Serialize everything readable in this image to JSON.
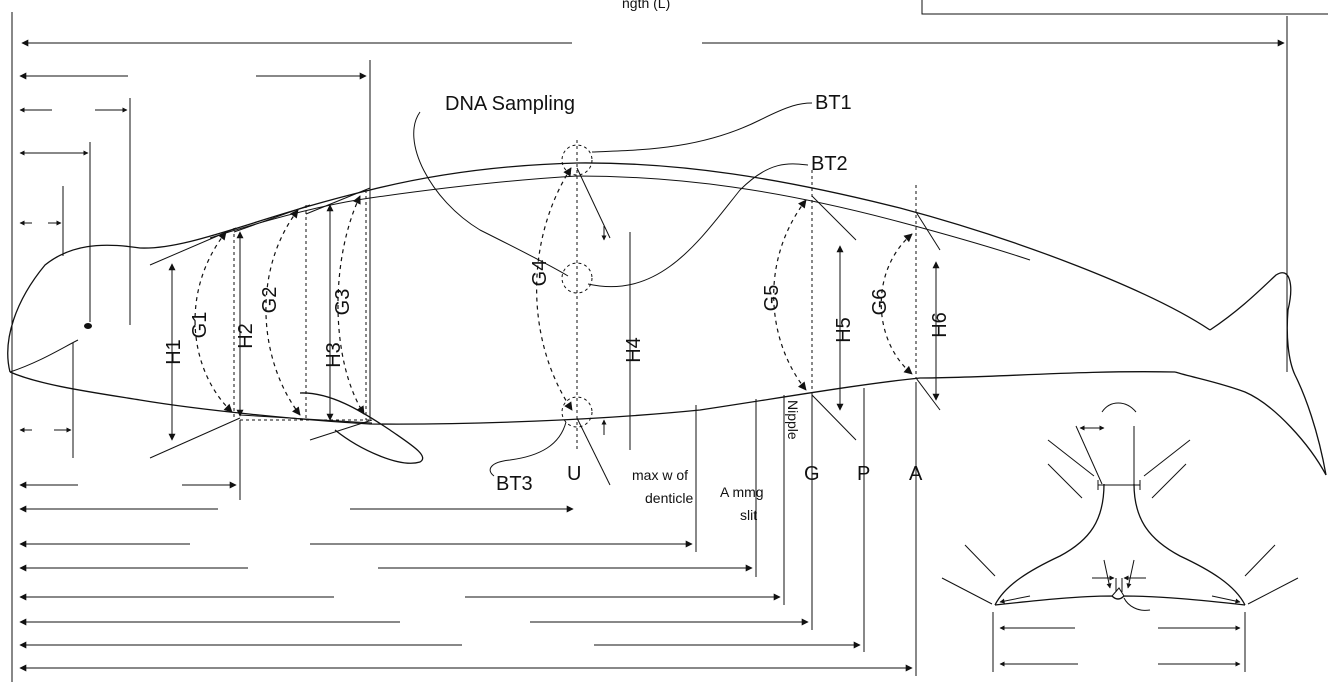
{
  "title_fragment": "ngth (L)",
  "sampling": {
    "dna": "DNA Sampling",
    "bt1": "BT1",
    "bt2": "BT2",
    "bt3": "BT3"
  },
  "heights": [
    "H1",
    "H2",
    "H3",
    "H4",
    "H5",
    "H6"
  ],
  "girths": [
    "G1",
    "G2",
    "G3",
    "G4",
    "G5",
    "G6"
  ],
  "stations": {
    "u": "U",
    "g": "G",
    "p": "P",
    "a": "A",
    "denticle": [
      "max w of",
      "denticle"
    ],
    "mmg": [
      "A mmg",
      "slit"
    ],
    "nipple": "Nipple"
  }
}
